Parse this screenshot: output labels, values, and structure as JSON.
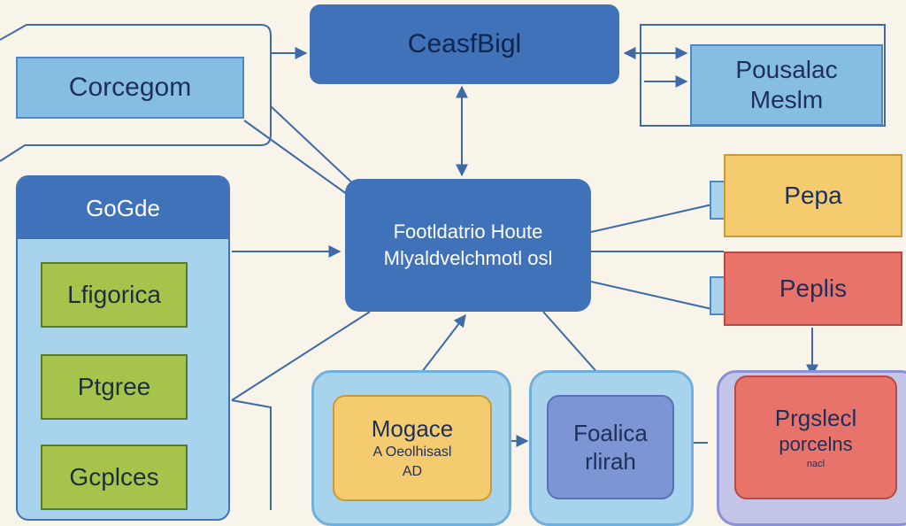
{
  "nodes": {
    "top": "CeasfBigl",
    "left": "Corcegom",
    "right": {
      "line1": "Pousalac",
      "line2": "Meslm"
    },
    "center": {
      "line1": "Footldatrio Houte",
      "line2": "Mlyaldvelchmotl osl"
    },
    "panel": {
      "header": "GoGde",
      "items": [
        "Lfigorica",
        "Ptgree",
        "Gcplces"
      ]
    },
    "yellow_right": "Pepa",
    "red_right": "Peplis",
    "bottom_yellow": {
      "line1": "Mogace",
      "line2": "A Oeolhisasl",
      "line3": "AD"
    },
    "bottom_blue": {
      "line1": "Foalica",
      "line2": "rlirah"
    },
    "bottom_red": {
      "line1": "Prgslecl",
      "line2": "porcelns",
      "line3": "nacl"
    }
  },
  "colors": {
    "background": "#f8f4ea",
    "primary_blue": "#3f72b8",
    "light_blue": "#86bde3",
    "pale_blue": "#a8d3ec",
    "green": "#a6c44c",
    "yellow": "#f4cb6e",
    "red": "#e8736a",
    "lavender": "#c3c6e8",
    "periwinkle": "#7e95d4",
    "line": "#3f6aa8"
  }
}
